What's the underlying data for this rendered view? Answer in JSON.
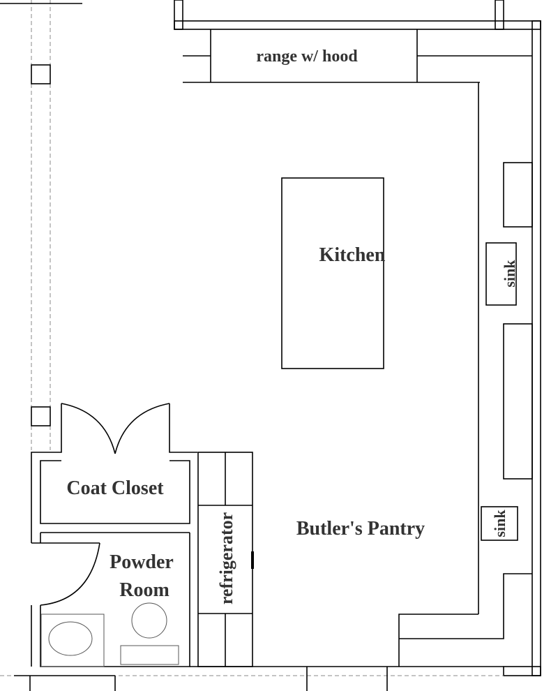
{
  "labels": {
    "range": "range w/ hood",
    "kitchen": "Kitchen",
    "sink_upper": "sink",
    "sink_lower": "sink",
    "coat_closet": "Coat Closet",
    "powder_line1": "Powder",
    "powder_line2": "Room",
    "butlers_pantry": "Butler's Pantry",
    "refrigerator": "refrigerator"
  }
}
